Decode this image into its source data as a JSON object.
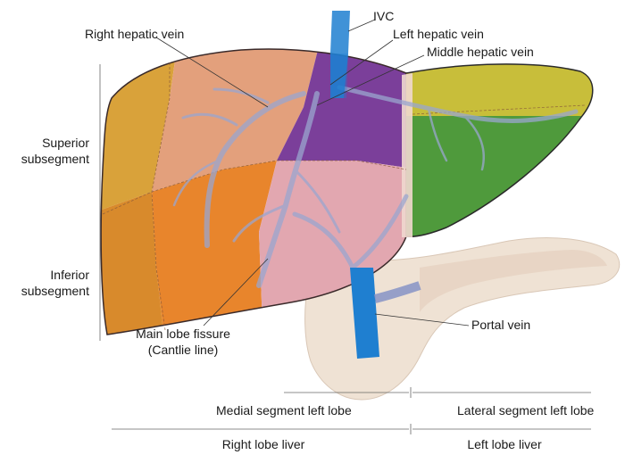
{
  "labels": {
    "ivc": "IVC",
    "right_hepatic_vein": "Right hepatic vein",
    "left_hepatic_vein": "Left hepatic vein",
    "middle_hepatic_vein": "Middle hepatic vein",
    "superior_subsegment_l1": "Superior",
    "superior_subsegment_l2": "subsegment",
    "inferior_subsegment_l1": "Inferior",
    "inferior_subsegment_l2": "subsegment",
    "main_lobe_fissure_l1": "Main lobe fissure",
    "main_lobe_fissure_l2": "(Cantlie line)",
    "portal_vein": "Portal vein",
    "medial_segment_left_lobe": "Medial segment left lobe",
    "lateral_segment_left_lobe": "Lateral segment left lobe",
    "right_lobe_liver": "Right lobe liver",
    "left_lobe_liver": "Left lobe liver"
  },
  "colors": {
    "right_superior_lateral": "#d9a23a",
    "right_superior_medial": "#e3a07c",
    "right_inferior_lateral": "#d88a2c",
    "right_inferior_medial": "#e8852c",
    "left_medial_superior": "#7b3f9a",
    "left_medial_inferior": "#e2a7b0",
    "left_lateral_superior": "#c8be3a",
    "left_lateral_inferior": "#4f9a3c",
    "vein": "#9aa6cf",
    "ivc_portal": "#1f7fd0",
    "pancreas": "#efe3d6"
  }
}
